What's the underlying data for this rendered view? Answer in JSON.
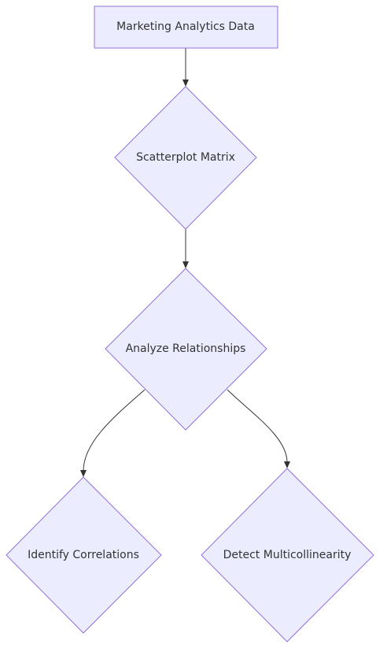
{
  "diagram": {
    "nodes": {
      "marketing_data": {
        "label": "Marketing Analytics Data",
        "shape": "rectangle"
      },
      "scatterplot_matrix": {
        "label": "Scatterplot Matrix",
        "shape": "diamond"
      },
      "analyze_relationships": {
        "label": "Analyze Relationships",
        "shape": "diamond"
      },
      "identify_correlations": {
        "label": "Identify Correlations",
        "shape": "diamond"
      },
      "detect_multicollinearity": {
        "label": "Detect Multicollinearity",
        "shape": "diamond"
      }
    },
    "edges": [
      {
        "from": "marketing_data",
        "to": "scatterplot_matrix"
      },
      {
        "from": "scatterplot_matrix",
        "to": "analyze_relationships"
      },
      {
        "from": "analyze_relationships",
        "to": "identify_correlations"
      },
      {
        "from": "analyze_relationships",
        "to": "detect_multicollinearity"
      }
    ],
    "colors": {
      "node_fill": "#ECECFF",
      "node_stroke": "#9370DB",
      "edge": "#333333",
      "text": "#333333"
    }
  }
}
